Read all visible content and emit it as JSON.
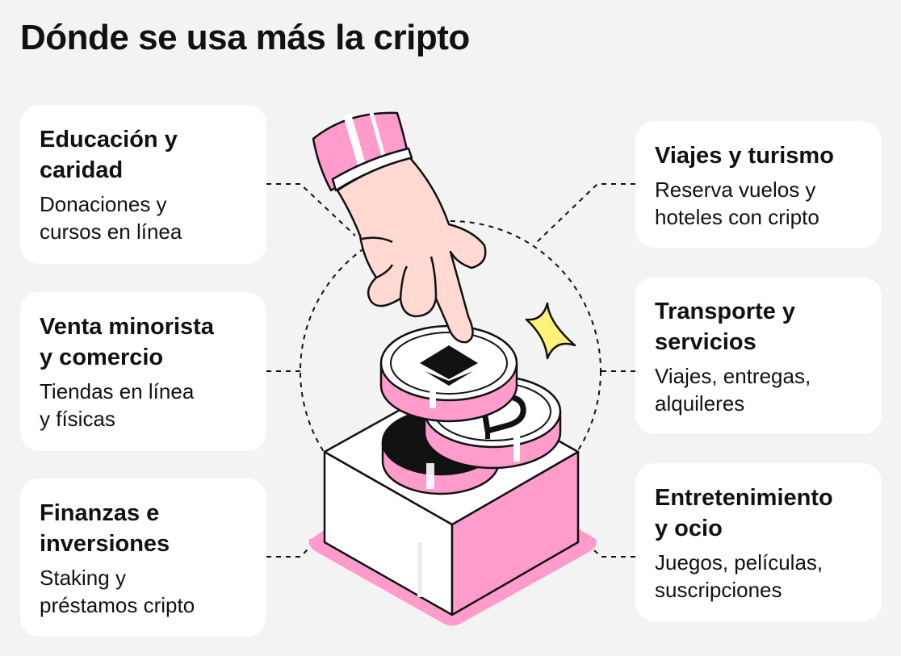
{
  "title": "Dónde se usa más la cripto",
  "colors": {
    "background": "#f3f3f3",
    "card": "#ffffff",
    "pink": "#ff9ccb",
    "skin": "#ffd9d2",
    "yellow": "#fff27a",
    "outline": "#111111"
  },
  "cards": [
    {
      "side": "left",
      "heading": "Educación y\ncaridad",
      "text": "Donaciones y\ncursos en línea"
    },
    {
      "side": "left",
      "heading": "Venta minorista\ny comercio",
      "text": "Tiendas en línea\ny físicas"
    },
    {
      "side": "left",
      "heading": "Finanzas e\ninversiones",
      "text": "Staking y\npréstamos cripto"
    },
    {
      "side": "right",
      "heading": "Viajes y turismo",
      "text": "Reserva vuelos y\nhoteles con cripto"
    },
    {
      "side": "right",
      "heading": "Transporte y\nservicios",
      "text": "Viajes, entregas,\nalquileres"
    },
    {
      "side": "right",
      "heading": "Entretenimiento\ny ocio",
      "text": "Juegos, películas,\nsuscripciones"
    }
  ],
  "illustration": {
    "icons": [
      "hand-pointing-icon",
      "ethereum-coin-icon",
      "crypto-coin-icon",
      "black-coin-icon",
      "sparkle-icon",
      "box-icon"
    ]
  }
}
